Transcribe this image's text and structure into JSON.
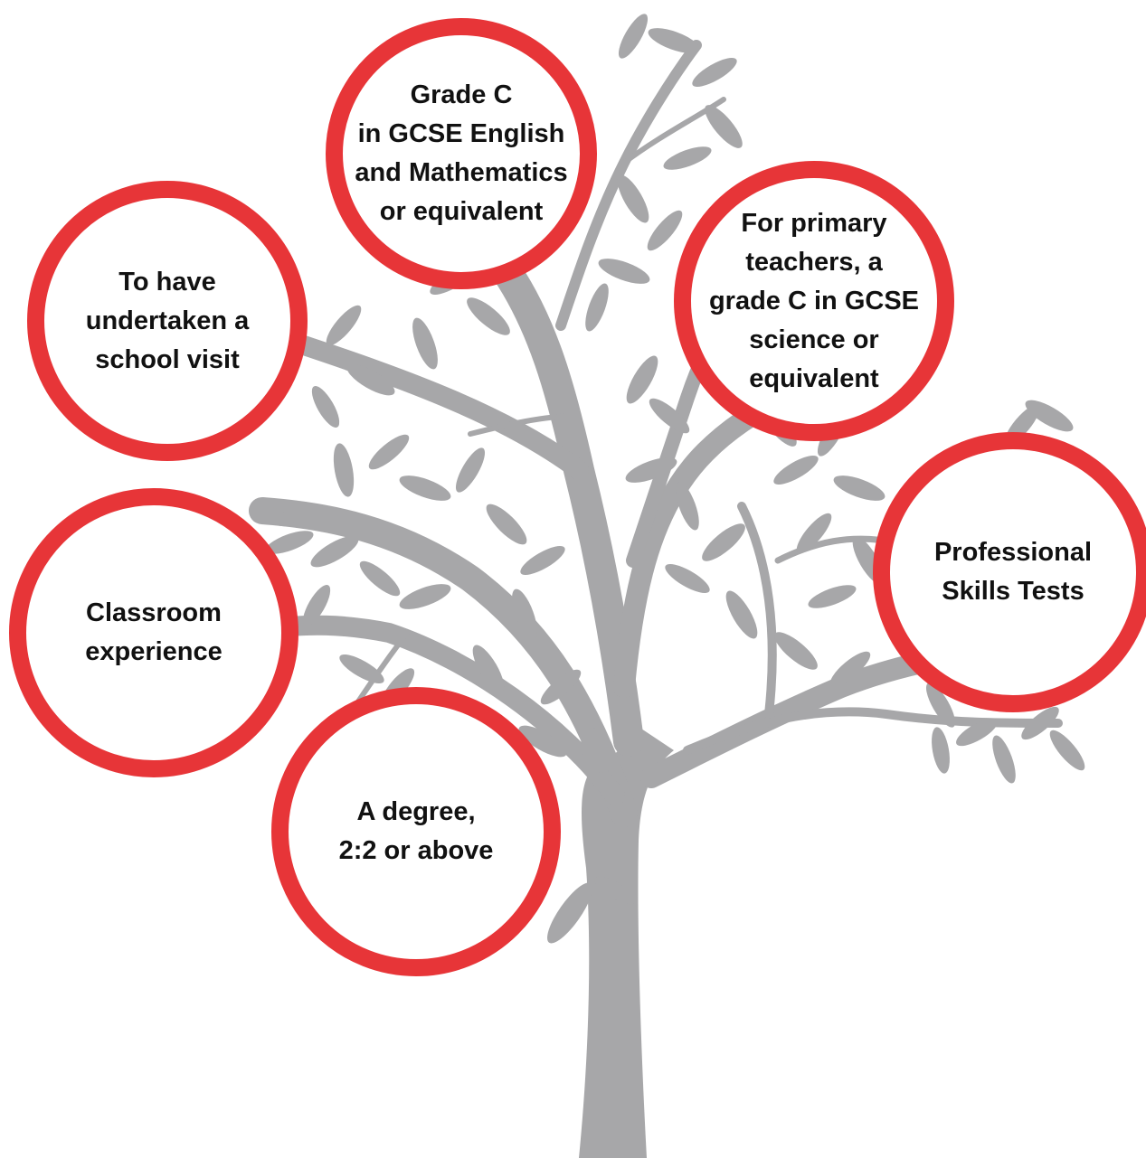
{
  "colors": {
    "ring": "#e73538",
    "tree": "#a7a7a9",
    "text": "#111111",
    "background": "#ffffff"
  },
  "circles": [
    {
      "id": "gcse-english-maths",
      "text": "Grade C\nin GCSE English\nand Mathematics\nor equivalent"
    },
    {
      "id": "school-visit",
      "text": "To have\nundertaken a\nschool visit"
    },
    {
      "id": "primary-science",
      "text": "For primary\nteachers, a\ngrade C in GCSE\nscience or\nequivalent"
    },
    {
      "id": "skills-tests",
      "text": "Professional\nSkills Tests"
    },
    {
      "id": "classroom-experience",
      "text": "Classroom\nexperience"
    },
    {
      "id": "degree",
      "text": "A degree,\n2:2 or above"
    }
  ]
}
